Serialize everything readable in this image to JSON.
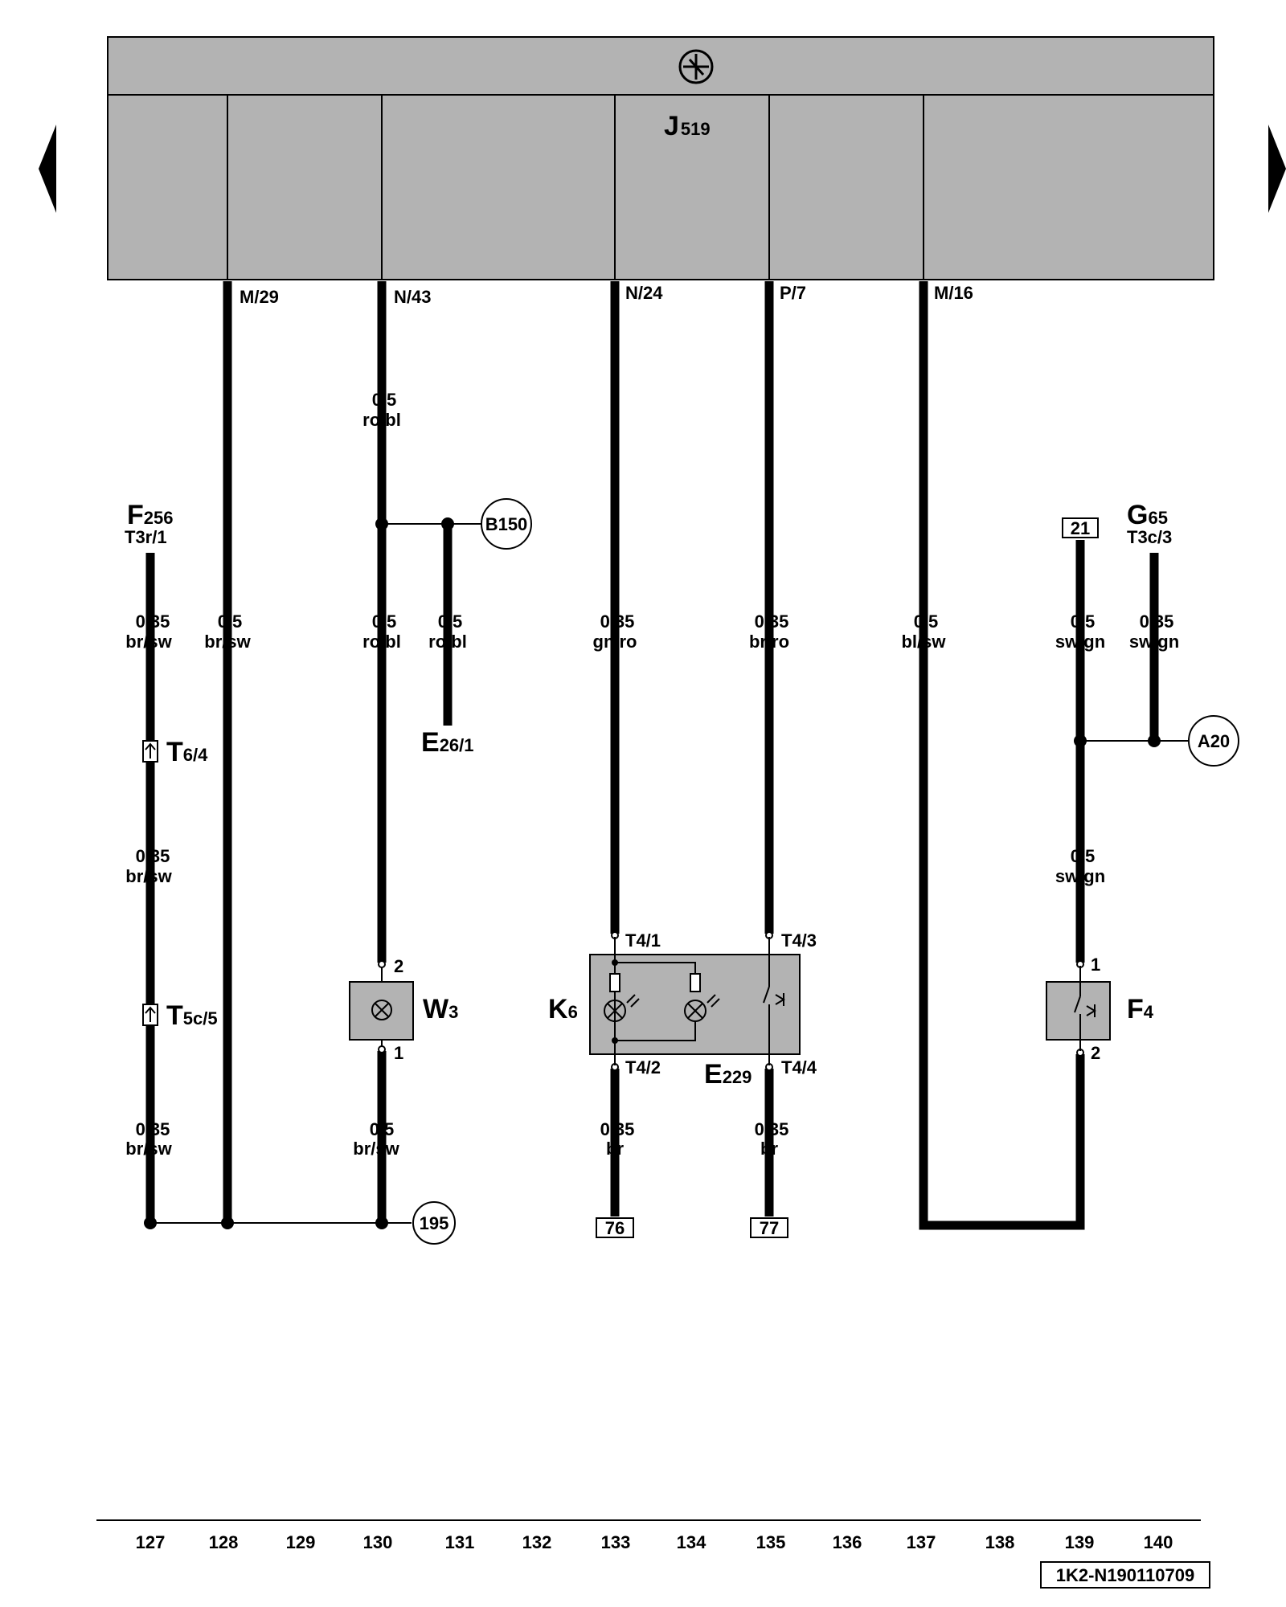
{
  "nav": {
    "prev_label": "",
    "next_label": ""
  },
  "control_unit": {
    "name": "J",
    "sub": "519"
  },
  "pins": [
    "M/29",
    "N/43",
    "N/24",
    "P/7",
    "M/16"
  ],
  "labels": {
    "F256": {
      "name": "F",
      "sub": "256",
      "pin": "T3r/1"
    },
    "G65": {
      "name": "G",
      "sub": "65",
      "pin": "T3c/3"
    },
    "E26": {
      "name": "E",
      "sub": "26/1"
    },
    "T64": {
      "name": "T",
      "sub": "6/4"
    },
    "T5c5": {
      "name": "T",
      "sub": "5c/5"
    },
    "W3": {
      "name": "W",
      "sub": "3"
    },
    "K6": {
      "name": "K",
      "sub": "6"
    },
    "E229": {
      "name": "E",
      "sub": "229"
    },
    "F4": {
      "name": "F",
      "sub": "4"
    }
  },
  "refs": {
    "B150": "B150",
    "A20": "A20",
    "r195": "195",
    "box21": "21",
    "box76": "76",
    "box77": "77"
  },
  "wires": {
    "w1": {
      "s": "0,35",
      "c": "br/sw"
    },
    "w2": {
      "s": "0,5",
      "c": "br/sw"
    },
    "w3": {
      "s": "0,5",
      "c": "ro/bl"
    },
    "w4": {
      "s": "0,5",
      "c": "ro/bl"
    },
    "w5": {
      "s": "0,5",
      "c": "ro/bl"
    },
    "w6": {
      "s": "0,35",
      "c": "gn/ro"
    },
    "w7": {
      "s": "0,35",
      "c": "br/ro"
    },
    "w8": {
      "s": "0,5",
      "c": "bl/sw"
    },
    "w9": {
      "s": "0,5",
      "c": "sw/gn"
    },
    "w10": {
      "s": "0,35",
      "c": "sw/gn"
    },
    "w11": {
      "s": "0,35",
      "c": "br/sw"
    },
    "w12": {
      "s": "0,5",
      "c": "sw/gn"
    },
    "w13": {
      "s": "0,35",
      "c": "br/sw"
    },
    "w14": {
      "s": "0,5",
      "c": "br/sw"
    },
    "w15": {
      "s": "0,35",
      "c": "br"
    },
    "w16": {
      "s": "0,35",
      "c": "br"
    }
  },
  "terminals": {
    "t41": "T4/1",
    "t42": "T4/2",
    "t43": "T4/3",
    "t44": "T4/4",
    "w3_2": "2",
    "w3_1": "1",
    "f4_1": "1",
    "f4_2": "2"
  },
  "columns": [
    "127",
    "128",
    "129",
    "130",
    "131",
    "132",
    "133",
    "134",
    "135",
    "136",
    "137",
    "138",
    "139",
    "140"
  ],
  "doc_id": "1K2-N190110709",
  "colors": {
    "panel": "#b3b3b3",
    "wire": "#000000"
  }
}
